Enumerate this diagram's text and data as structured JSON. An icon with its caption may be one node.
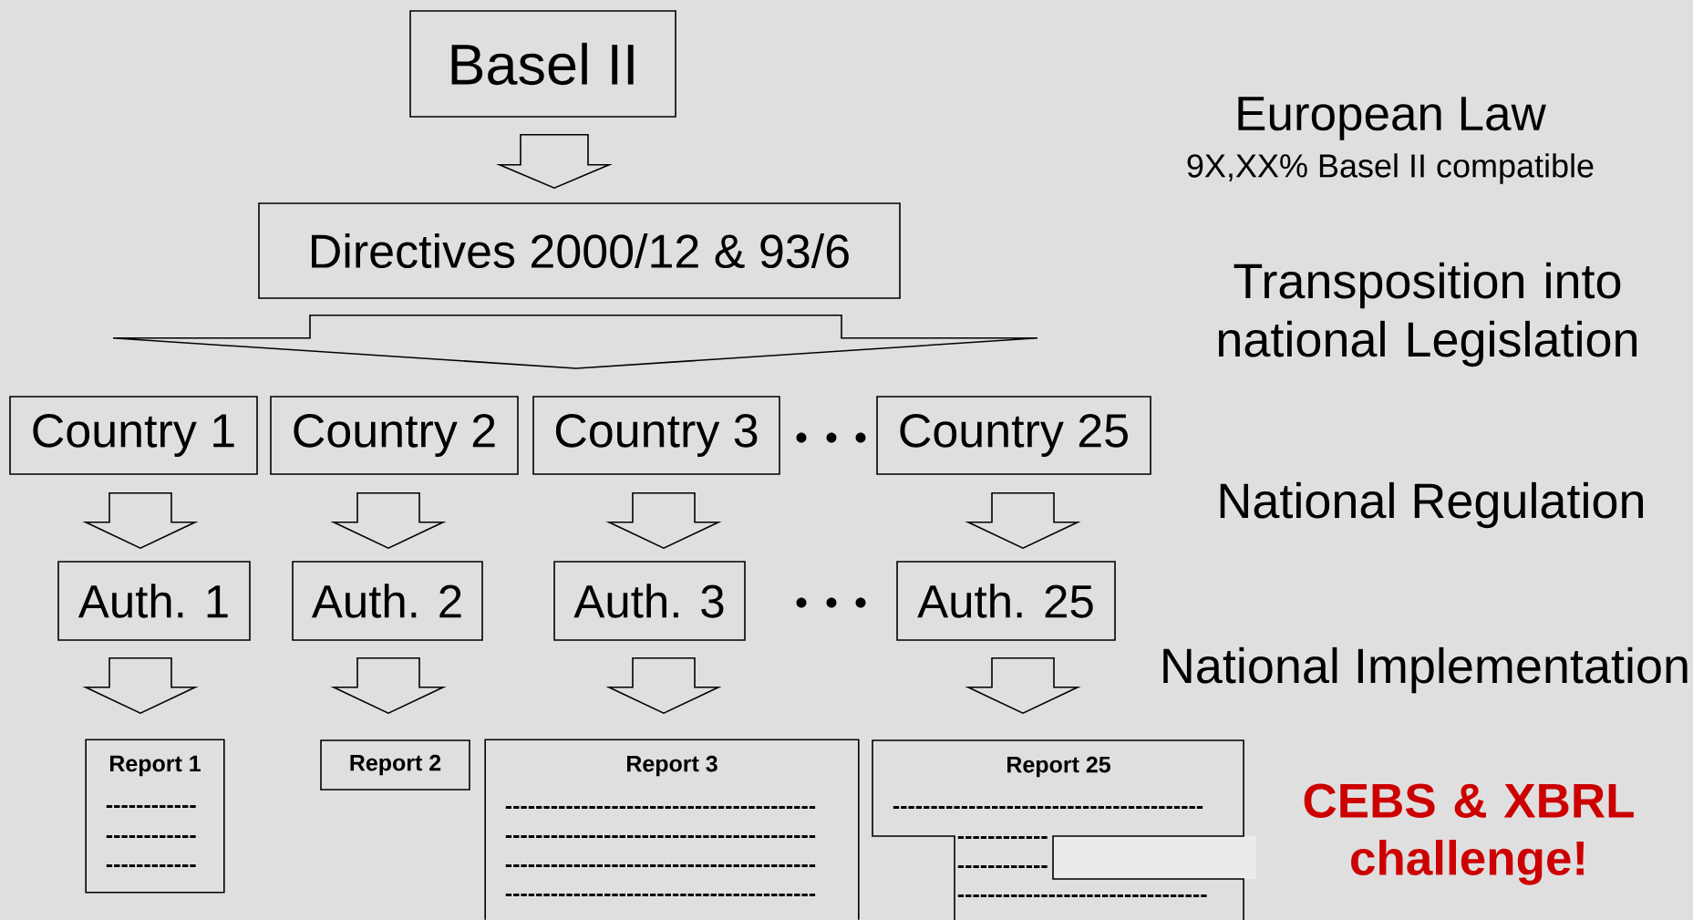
{
  "diagram": {
    "nodes": [
      {
        "text": [
          "Basel II"
        ]
      },
      {
        "text": [
          "Directives 2000/12 & 93/6"
        ]
      },
      {
        "text": [
          "Country 1"
        ]
      },
      {
        "text": [
          "Country 2"
        ]
      },
      {
        "text": [
          "Country 3"
        ]
      },
      {
        "text": [
          "Country 25"
        ]
      },
      {
        "text": [
          "Auth. 1"
        ]
      },
      {
        "text": [
          "Auth. 2"
        ]
      },
      {
        "text": [
          "Auth. 3"
        ]
      },
      {
        "text": [
          "Auth. 25"
        ]
      },
      {
        "text": [
          "Report 1",
          "------------",
          "------------",
          "------------"
        ]
      },
      {
        "text": [
          "Report 2"
        ]
      },
      {
        "text": [
          "Report 3",
          "-----------------------------------------",
          "-----------------------------------------",
          "-----------------------------------------",
          "-----------------------------------------"
        ]
      },
      {
        "text": [
          "Report 25",
          "-----------------------------------------",
          "------------",
          "------------",
          "---------------------------------"
        ]
      }
    ],
    "edges": [
      {
        "from": 0,
        "to": 1,
        "arrow": "to"
      },
      {
        "from": 1,
        "to": null,
        "arrow": "to"
      },
      {
        "from": 2,
        "to": 6,
        "arrow": "to"
      },
      {
        "from": 3,
        "to": 7,
        "arrow": "to"
      },
      {
        "from": 4,
        "to": 8,
        "arrow": "to"
      },
      {
        "from": 5,
        "to": 9,
        "arrow": "to"
      },
      {
        "from": 6,
        "to": 10,
        "arrow": "to"
      },
      {
        "from": 7,
        "to": 11,
        "arrow": "to"
      },
      {
        "from": 8,
        "to": 12,
        "arrow": "to"
      },
      {
        "from": 9,
        "to": 13,
        "arrow": "to"
      }
    ],
    "labels": [
      "European Law",
      "9X,XX% Basel II compatible",
      "Transposition into national Legislation",
      "National Regulation",
      "National Implementation",
      "CEBS & XBRL challenge!"
    ]
  }
}
